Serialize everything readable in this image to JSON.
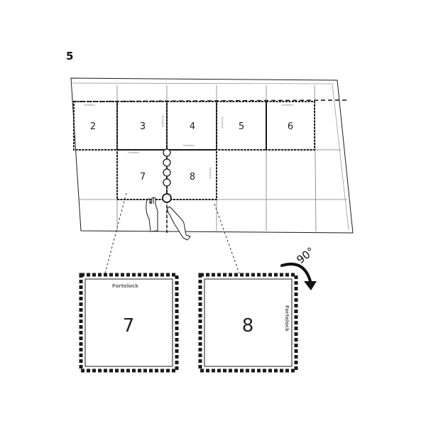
{
  "step": {
    "number": "5"
  },
  "brand": "Fortelock",
  "floor_tiles": [
    {
      "label": "2"
    },
    {
      "label": "3"
    },
    {
      "label": "4"
    },
    {
      "label": "5"
    },
    {
      "label": "6"
    },
    {
      "label": "7"
    },
    {
      "label": "8"
    }
  ],
  "detail_tiles": [
    {
      "label": "7",
      "logo_orientation": "horizontal"
    },
    {
      "label": "8",
      "logo_orientation": "rotated-90"
    }
  ],
  "rotation": {
    "angle_label": "90°"
  },
  "colors": {
    "line": "#1a1a1a",
    "grid": "#7a7a7a",
    "brand": "#777777"
  }
}
